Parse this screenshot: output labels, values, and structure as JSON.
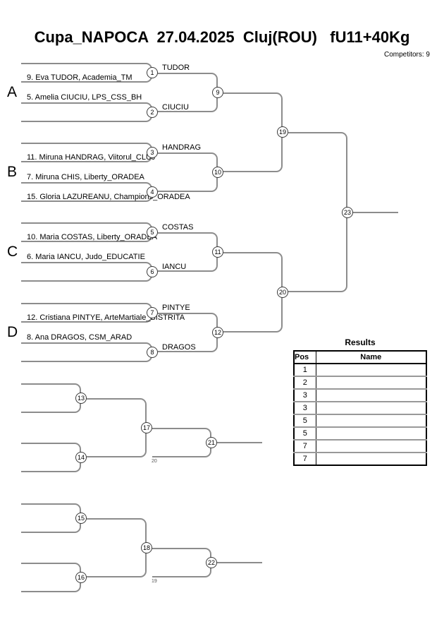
{
  "header": {
    "title": "Cupa_NAPOCA  27.04.2025  Cluj(ROU)   fU11+40Kg",
    "competitors": "Competitors: 9"
  },
  "bracket": {
    "groups": [
      {
        "letter": "A",
        "entries": [
          "9. Eva TUDOR, Academia_TM",
          "5. Amelia CIUCIU, LPS_CSS_BH"
        ],
        "matches": [
          "1",
          "2"
        ],
        "winners": [
          "TUDOR",
          "CIUCIU"
        ],
        "qf": "9"
      },
      {
        "letter": "B",
        "entries": [
          "11. Miruna HANDRAG, Viitorul_CLUJ",
          "7. Miruna CHIS, Liberty_ORADEA",
          "15. Gloria LAZUREANU, Champions_ORADEA"
        ],
        "matches": [
          "3",
          "4"
        ],
        "winners": [
          "HANDRAG"
        ],
        "qf": "10"
      },
      {
        "letter": "C",
        "entries": [
          "10. Maria COSTAS, Liberty_ORADEA",
          "6. Maria IANCU, Judo_EDUCATIE"
        ],
        "matches": [
          "5",
          "6"
        ],
        "winners": [
          "COSTAS",
          "IANCU"
        ],
        "qf": "11"
      },
      {
        "letter": "D",
        "entries": [
          "12. Cristiana PINTYE, ArteMartiale_BISTRITA",
          "8. Ana DRAGOS, CSM_ARAD"
        ],
        "matches": [
          "7",
          "8"
        ],
        "winners": [
          "PINTYE",
          "DRAGOS"
        ],
        "qf": "12"
      }
    ],
    "semifinals": [
      "19",
      "20"
    ],
    "final": "23"
  },
  "repechage": [
    {
      "matches": [
        "13",
        "14"
      ],
      "semi": "17",
      "final": "21",
      "feeder": "20"
    },
    {
      "matches": [
        "15",
        "16"
      ],
      "semi": "18",
      "final": "22",
      "feeder": "19"
    }
  ],
  "results": {
    "title": "Results",
    "columns": [
      "Pos",
      "Name"
    ],
    "rows": [
      {
        "pos": "1",
        "name": ""
      },
      {
        "pos": "2",
        "name": ""
      },
      {
        "pos": "3",
        "name": ""
      },
      {
        "pos": "3",
        "name": ""
      },
      {
        "pos": "5",
        "name": ""
      },
      {
        "pos": "5",
        "name": ""
      },
      {
        "pos": "7",
        "name": ""
      },
      {
        "pos": "7",
        "name": ""
      }
    ]
  },
  "colors": {
    "line": "#8c8c8c",
    "circle_border": "#3a3a3a",
    "row_divider": "#999999"
  }
}
